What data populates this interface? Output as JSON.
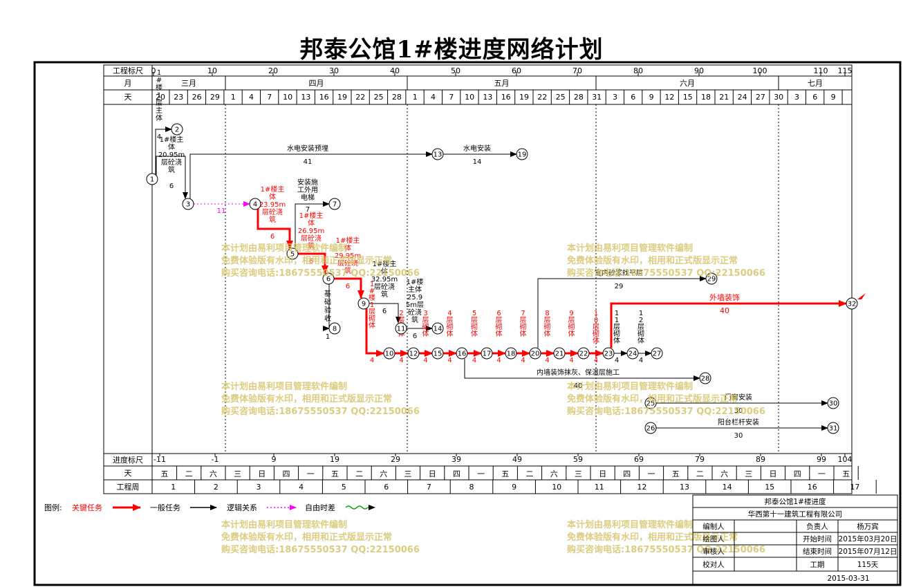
{
  "title": "邦泰公馆1#楼进度网络计划",
  "scale": {
    "top_label": "工程标尺",
    "top_ticks": [
      "0",
      "10",
      "20",
      "30",
      "40",
      "50",
      "60",
      "70",
      "80",
      "90",
      "100",
      "110",
      "115"
    ],
    "month_label": "月",
    "months": [
      "三月",
      "四月",
      "五月",
      "六月",
      "七月"
    ],
    "day_label": "天",
    "days": [
      "20",
      "23",
      "26",
      "29",
      "1",
      "4",
      "7",
      "10",
      "13",
      "16",
      "19",
      "22",
      "25",
      "28",
      "1",
      "4",
      "7",
      "10",
      "13",
      "16",
      "19",
      "22",
      "25",
      "28",
      "31",
      "3",
      "6",
      "9",
      "12",
      "15",
      "18",
      "21",
      "24",
      "27",
      "30",
      "3",
      "6",
      "9"
    ],
    "progress_label": "进度标尺",
    "progress_ticks": [
      "-11",
      "-1",
      "9",
      "19",
      "29",
      "39",
      "49",
      "59",
      "69",
      "79",
      "89",
      "99",
      "104"
    ],
    "weekday_label": "天",
    "weekdays": [
      "五",
      "二",
      "六",
      "三",
      "日",
      "四",
      "一",
      "五",
      "二",
      "六",
      "三",
      "日",
      "四",
      "一",
      "五",
      "二",
      "六",
      "三",
      "日",
      "四",
      "一",
      "五",
      "二",
      "六",
      "三",
      "日",
      "四",
      "一",
      "五"
    ],
    "week_label": "工程周",
    "weeks": [
      "1",
      "2",
      "3",
      "4",
      "5",
      "6",
      "7",
      "8",
      "9",
      "10",
      "11",
      "12",
      "13",
      "14",
      "15",
      "16",
      "17"
    ]
  },
  "network": {
    "nodes": [
      "1",
      "2",
      "3",
      "4",
      "5",
      "6",
      "7",
      "8",
      "9",
      "10",
      "11",
      "12",
      "13",
      "14",
      "15",
      "16",
      "17",
      "18",
      "19",
      "20",
      "21",
      "22",
      "23",
      "24",
      "25",
      "26",
      "27",
      "28",
      "29",
      "30",
      "31",
      "32"
    ],
    "activities": [
      {
        "name": "1#楼1层主体",
        "duration": "4",
        "critical": false
      },
      {
        "name": "1#楼主体20.95m层砼浇筑",
        "duration": "6",
        "critical": false
      },
      {
        "name": "水电安装预埋",
        "duration": "41",
        "critical": false
      },
      {
        "name": "水电安装",
        "duration": "14",
        "critical": false
      },
      {
        "name": "自由时差",
        "duration": "11",
        "critical": false
      },
      {
        "name": "1#楼主体23.95m层砼浇筑",
        "duration": "6",
        "critical": true
      },
      {
        "name": "安装施工外用电梯",
        "duration": "7",
        "critical": false
      },
      {
        "name": "1#楼主体26.95m层砼浇筑",
        "duration": "6",
        "critical": true
      },
      {
        "name": "1#楼主体29.95m层砼浇筑",
        "duration": "6",
        "critical": true
      },
      {
        "name": "基础验收",
        "duration": "1",
        "critical": false
      },
      {
        "name": "1#楼主体32.95m层砼浇筑",
        "duration": "6",
        "critical": false
      },
      {
        "name": "1#楼主体25.95m层砼浇筑",
        "duration": "6",
        "critical": false
      },
      {
        "name": "1#楼1层砌体",
        "duration": "4",
        "critical": true
      },
      {
        "name": "2层砌体",
        "duration": "4",
        "critical": true
      },
      {
        "name": "3层砌体",
        "duration": "4",
        "critical": true
      },
      {
        "name": "4层砌体",
        "duration": "4",
        "critical": true
      },
      {
        "name": "5层砌体",
        "duration": "4",
        "critical": true
      },
      {
        "name": "6层砌体",
        "duration": "4",
        "critical": true
      },
      {
        "name": "7层砌体",
        "duration": "4",
        "critical": true
      },
      {
        "name": "8层砌体",
        "duration": "4",
        "critical": true
      },
      {
        "name": "9层砌体",
        "duration": "4",
        "critical": true
      },
      {
        "name": "10层砌体",
        "duration": "4",
        "critical": true
      },
      {
        "name": "11层砌体",
        "duration": "4",
        "critical": false
      },
      {
        "name": "12层砌体",
        "duration": "4",
        "critical": false
      },
      {
        "name": "室内砂浆找平层",
        "duration": "29",
        "critical": false
      },
      {
        "name": "外墙装饰",
        "duration": "40",
        "critical": true
      },
      {
        "name": "内墙装饰抹灰、保温层施工",
        "duration": "40",
        "critical": false
      },
      {
        "name": "门窗安装",
        "duration": "30",
        "critical": false
      },
      {
        "name": "阳台栏杆安装",
        "duration": "30",
        "critical": false
      }
    ]
  },
  "watermark": {
    "lines": [
      "本计划由易利项目管理软件编制",
      "免费体验版有水印，相用和正式版显示正常",
      "购买咨询电话:18675550537 QQ:22150066"
    ]
  },
  "legend": {
    "label": "图例:",
    "critical": "关键任务",
    "normal": "一般任务",
    "logic": "逻辑关系",
    "float": "自由时差"
  },
  "infobox": {
    "project": "邦泰公馆1#楼进度",
    "company": "华西第十一建筑工程有限公司",
    "editor_label": "编制人",
    "drawer_label": "绘图人",
    "reviewer_label": "审核人",
    "checker_label": "校对人",
    "owner_label": "负责人",
    "owner": "杨万宾",
    "start_label": "开始时间",
    "start": "2015年03月20日",
    "end_label": "结束时间",
    "end": "2015年07月12日",
    "duration_label": "工期",
    "duration": "115天",
    "date": "2015-03-31"
  },
  "colors": {
    "critical": "#ff0000",
    "normal": "#000000",
    "float": "#ff00ff",
    "watermark": "#d4c46a"
  }
}
